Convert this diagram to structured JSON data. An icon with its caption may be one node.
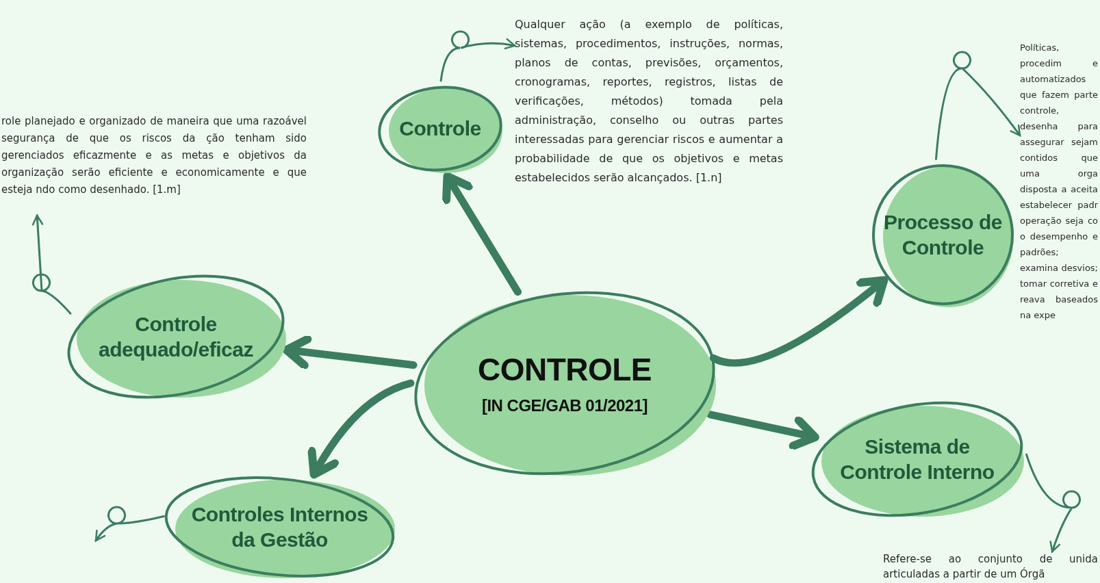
{
  "diagram": {
    "nodes": [
      {
        "text": [
          "Qualquer ação (a exemplo de políticas, sistemas, procedimentos, instruções, normas, planos de contas, previsões, orçamentos, cronogramas, reportes, registros, listas de verificações, métodos) tomada pela administração, conselho ou outras partes interessadas para gerenciar riscos e aumentar a probabilidade de que os objetivos e metas estabelecidos serão alcançados. [1.n]"
        ]
      },
      {
        "text": [
          "Controle"
        ]
      },
      {
        "text": [
          "Políticas, procedim e automatizados que fazem parte controle, desenha para assegurar sejam contidos que uma orga disposta a aceita estabelecer padr operação seja co o desempenho e padrões; examina desvios; tomar corretiva e reava baseados na expe"
        ]
      },
      {
        "text": [
          "role planejado e organizado de maneira que uma razoável segurança de que os riscos da ção tenham sido gerenciados eficazmente e as metas e objetivos da organização serão eficiente e economicamente e que esteja ndo como desenhado. [1.m]"
        ]
      },
      {
        "text": [
          "Processo de Controle"
        ]
      },
      {
        "text": [
          "Controle adequado/eficaz"
        ]
      },
      {
        "text": [
          "CONTROLE",
          "[IN CGE/GAB 01/2021]"
        ]
      },
      {
        "text": [
          "Sistema de Controle Interno"
        ]
      },
      {
        "text": [
          "Controles Internos da Gestão"
        ]
      },
      {
        "text": [
          "Refere-se ao conjunto de unida articuladas a partir de um Órgã"
        ]
      }
    ],
    "edges": [
      {
        "from": 6,
        "to": 1,
        "arrow": "to",
        "style": "thick"
      },
      {
        "from": 6,
        "to": 5,
        "arrow": "to",
        "style": "thick"
      },
      {
        "from": 6,
        "to": 8,
        "arrow": "to",
        "style": "thick"
      },
      {
        "from": 6,
        "to": 4,
        "arrow": "to",
        "style": "thick"
      },
      {
        "from": 6,
        "to": 7,
        "arrow": "to",
        "style": "thick"
      },
      {
        "from": 1,
        "to": 0,
        "arrow": "to"
      },
      {
        "from": 5,
        "to": 3,
        "arrow": "to"
      },
      {
        "from": 4,
        "to": 2,
        "arrow": "to"
      },
      {
        "from": 7,
        "to": 9,
        "arrow": "to"
      },
      {
        "from": 8,
        "to": null,
        "arrow": "to"
      }
    ]
  }
}
